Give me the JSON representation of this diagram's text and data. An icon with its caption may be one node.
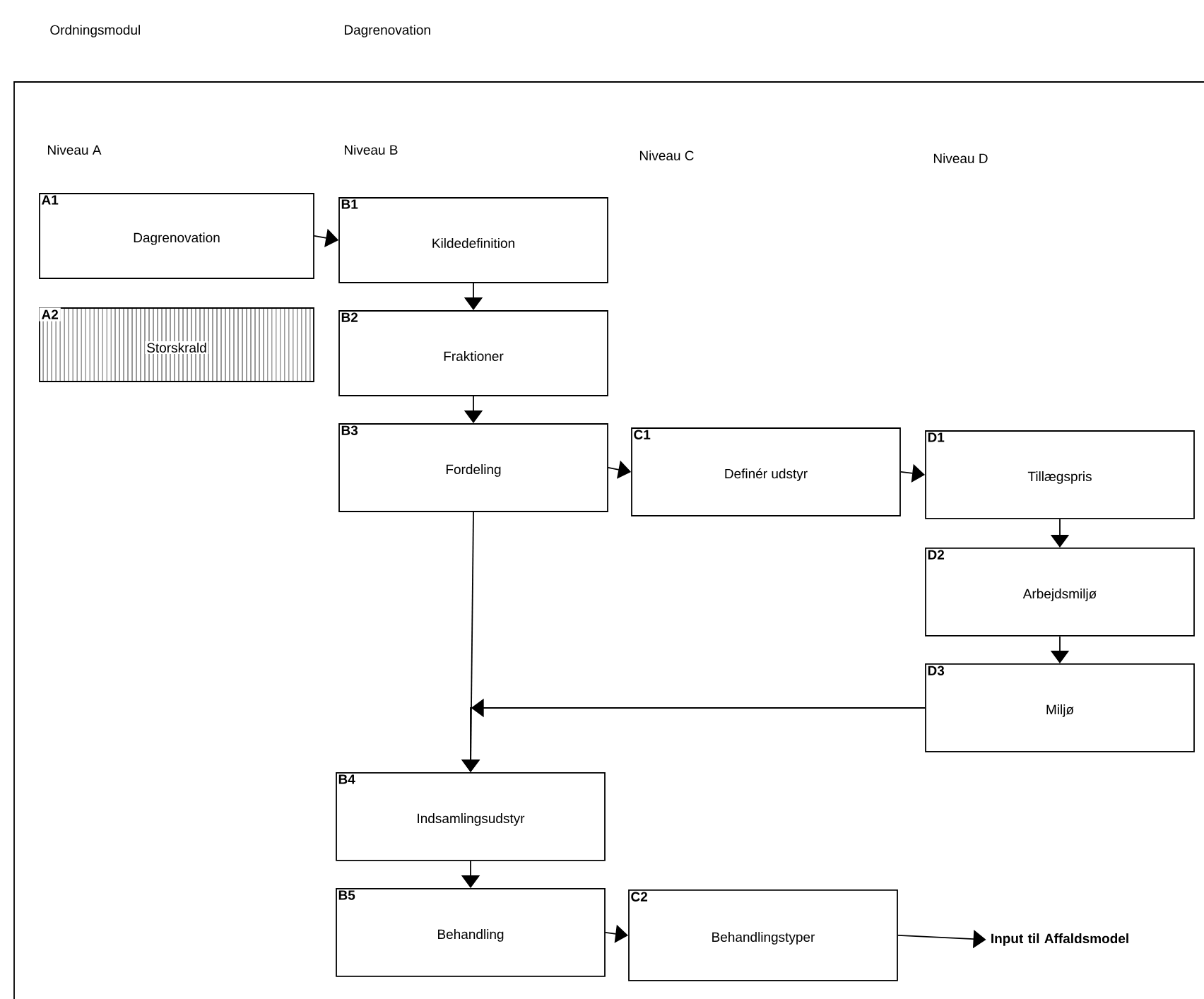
{
  "diagram": {
    "nodes": [
      {
        "text": [
          "A1",
          "Dagrenovation"
        ]
      },
      {
        "text": [
          "B1",
          "Kildedefinition"
        ]
      },
      {
        "text": [
          "A2",
          "Storskrald"
        ]
      },
      {
        "text": [
          "B2",
          "Fraktioner"
        ]
      },
      {
        "text": [
          "B3",
          "Fordeling"
        ]
      },
      {
        "text": [
          "C1",
          "Definér udstyr"
        ]
      },
      {
        "text": [
          "D1",
          "Tillægspris"
        ]
      },
      {
        "text": [
          "D2",
          "Arbejdsmiljø"
        ]
      },
      {
        "text": [
          "D3",
          "Miljø"
        ]
      },
      {
        "text": [
          "B4",
          "Indsamlingsudstyr"
        ]
      },
      {
        "text": [
          "B5",
          "Behandling"
        ]
      },
      {
        "text": [
          "C2",
          "Behandlingstyper"
        ]
      },
      {
        "text": [
          "Input til Affaldsmodel"
        ]
      }
    ],
    "edges": [
      {
        "from": 0,
        "to": 1,
        "arrow": "to"
      },
      {
        "from": 1,
        "to": 3,
        "arrow": "to"
      },
      {
        "from": 3,
        "to": 4,
        "arrow": "to"
      },
      {
        "from": 4,
        "to": 5,
        "arrow": "to"
      },
      {
        "from": 5,
        "to": 6,
        "arrow": "to"
      },
      {
        "from": 6,
        "to": 7,
        "arrow": "to"
      },
      {
        "from": 7,
        "to": 8,
        "arrow": "to"
      },
      {
        "from": 4,
        "to": 9,
        "arrow": "to"
      },
      {
        "from": 8,
        "to": 9,
        "arrow": "to"
      },
      {
        "from": 9,
        "to": 10,
        "arrow": "to"
      },
      {
        "from": 10,
        "to": 11,
        "arrow": "to"
      },
      {
        "from": 11,
        "to": 12,
        "arrow": "to"
      }
    ],
    "labels": [
      "Ordningsmodul",
      "Dagrenovation",
      "Niveau A",
      "Niveau B",
      "Niveau C",
      "Niveau D"
    ]
  }
}
